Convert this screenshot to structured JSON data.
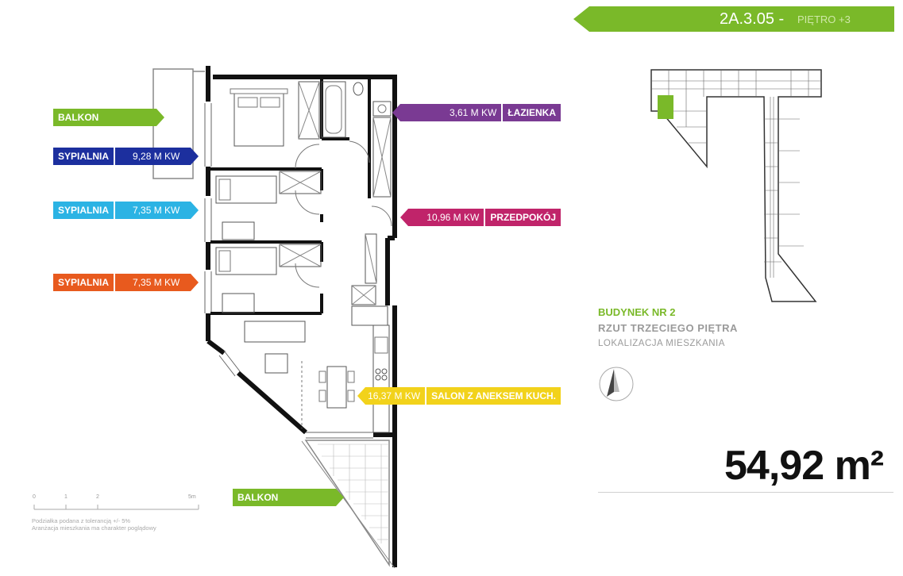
{
  "header": {
    "unit_code": "2A.3.05 -",
    "floor": "PIĘTRO +3",
    "color": "#7ab929"
  },
  "rooms": {
    "balkon_top": {
      "name": "BALKON",
      "color": "#7ab929"
    },
    "sypialnia_1": {
      "name": "SYPIALNIA",
      "area": "9,28 M KW",
      "color": "#1c2f9e"
    },
    "sypialnia_2": {
      "name": "SYPIALNIA",
      "area": "7,35 M KW",
      "color": "#2bb3e4"
    },
    "sypialnia_3": {
      "name": "SYPIALNIA",
      "area": "7,35 M KW",
      "color": "#e85a1e"
    },
    "lazienka": {
      "name": "ŁAZIENKA",
      "area": "3,61 M KW",
      "color": "#7a3a93"
    },
    "przedpokoj": {
      "name": "PRZEDPOKÓJ",
      "area": "10,96 M KW",
      "color": "#c0246a"
    },
    "salon": {
      "name": "SALON Z ANEKSEM KUCH.",
      "area": "16,37 M KW",
      "color": "#f2d21b"
    },
    "balkon_bottom": {
      "name": "BALKON",
      "color": "#7ab929"
    }
  },
  "info": {
    "building": "BUDYNEK NR 2",
    "floor_plan": "RZUT TRZECIEGO PIĘTRA",
    "location": "LOKALIZACJA MIESZKANIA"
  },
  "total_area": "54,92 m²",
  "scale": {
    "ticks": [
      "0",
      "1",
      "2",
      "5m"
    ],
    "note_line1": "Podziałka podana z tolerancją +/- 5%",
    "note_line2": "Aranżacja mieszkania ma charakter poglądowy"
  },
  "icons": {
    "compass": "north-arrow-icon",
    "key_plan": "building-key-plan"
  }
}
